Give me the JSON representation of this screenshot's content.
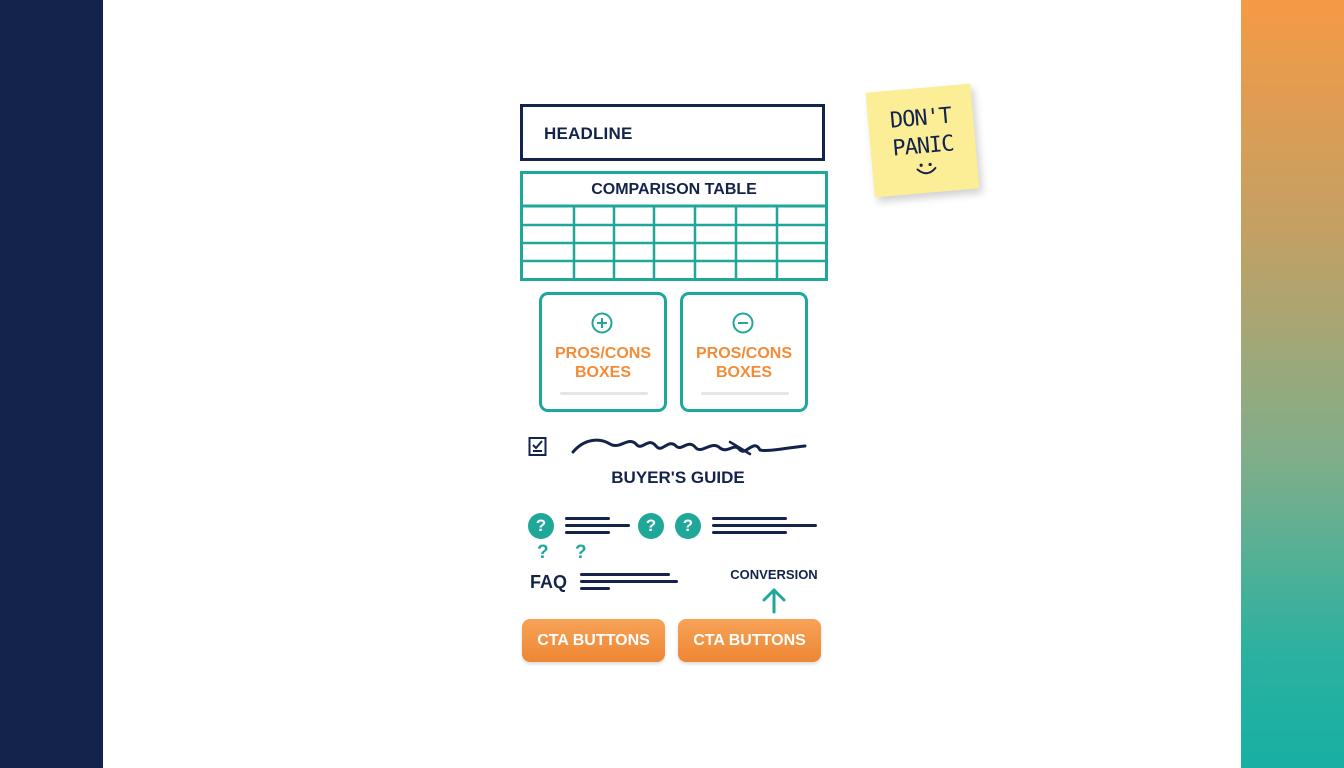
{
  "wireframe": {
    "headline": "HEADLINE",
    "comparison_table": {
      "title": "COMPARISON TABLE",
      "columns": 7,
      "rows": 4
    },
    "pros_cons": [
      {
        "icon": "plus-circle-icon",
        "label": "PROS/CONS\nBOXES"
      },
      {
        "icon": "minus-circle-icon",
        "label": "PROS/CONS\nBOXES"
      }
    ],
    "buyers_guide": "BUYER'S GUIDE",
    "faq": {
      "label": "FAQ",
      "question_mark": "?"
    },
    "conversion": "CONVERSION",
    "cta_buttons": [
      "CTA BUTTONS",
      "CTA BUTTONS"
    ]
  },
  "sticky_note": {
    "line1": "DON'T",
    "line2": "PANIC"
  },
  "colors": {
    "navy": "#14234b",
    "teal": "#1fa79a",
    "orange": "#f28c38",
    "sticky_yellow": "#fbee97"
  }
}
